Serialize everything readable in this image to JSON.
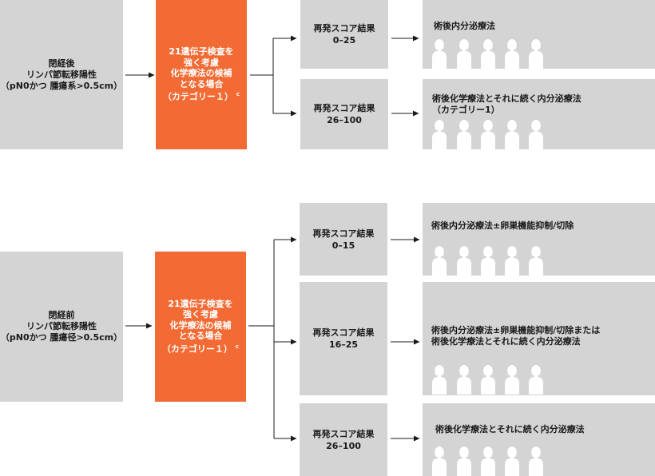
{
  "postmenopausal": {
    "condition": "閉経後\nリンパ節転移陽性\n（pN0かつ 腫瘍系>0.5cm）",
    "test": "21遺伝子検査を\n強く考慮\n化学療法の候補\nとなる場合\n（カテゴリー１）",
    "test_sup": "c",
    "branches": [
      {
        "score": "再発スコア結果\n0–25",
        "treatment": "術後内分泌療法"
      },
      {
        "score": "再発スコア結果\n26–100",
        "treatment": "術後化学療法とそれに続く内分泌療法\n（カテゴリー1）"
      }
    ]
  },
  "premenopausal": {
    "condition": "閉経前\nリンパ節転移陽性\n（pN0かつ 腫瘍径>0.5cm）",
    "test": "21遺伝子検査を\n強く考慮\n化学療法の候補\nとなる場合\n（カテゴリー１）",
    "test_sup": "c",
    "branches": [
      {
        "score": "再発スコア結果\n0–15",
        "treatment": "術後内分泌療法±卵巣機能抑制/切除"
      },
      {
        "score": "再発スコア結果\n16–25",
        "treatment": "術後内分泌療法±卵巣機能抑制/切除または\n術後化学療法とそれに続く内分泌療法"
      },
      {
        "score": "再発スコア結果\n26–100",
        "treatment": "術後化学療法とそれに続く内分泌療法"
      }
    ]
  },
  "colors": {
    "grey": "#d4d4d4",
    "orange": "#f26b35",
    "line": "#1a1a1a",
    "silhouette": "#ffffff"
  }
}
